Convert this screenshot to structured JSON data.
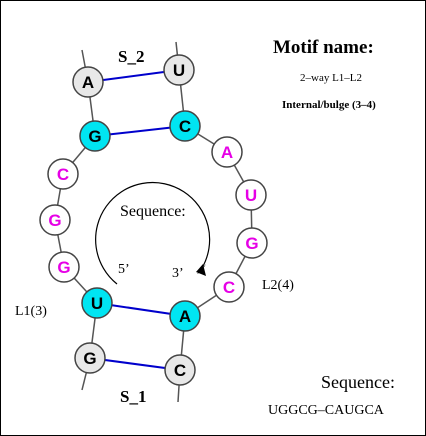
{
  "motif": {
    "title": "Motif name:",
    "type": "2–way L1–L2",
    "subtype": "Internal/bulge (3–4)"
  },
  "stems": {
    "top": "S_2",
    "bottom": "S_1"
  },
  "center": {
    "label": "Sequence:",
    "five_prime": "5’",
    "three_prime": "3’"
  },
  "loops": {
    "left": "L1(3)",
    "right": "L2(4)"
  },
  "sequence": {
    "label": "Sequence:",
    "value": "UGGCG–CAUGCA"
  },
  "colors": {
    "cyan_fill": "#00e5f2",
    "gray_fill": "#e8e8e8",
    "white_fill": "#ffffff",
    "magenta_text": "#e600e6",
    "black_text": "#000000",
    "pair_line": "#0000cc",
    "backbone": "#555555"
  },
  "nucleotides": [
    {
      "id": "n1",
      "letter": "G",
      "fill": "gray",
      "text": "black"
    },
    {
      "id": "n2",
      "letter": "U",
      "fill": "cyan",
      "text": "black"
    },
    {
      "id": "n3",
      "letter": "G",
      "fill": "white",
      "text": "magenta"
    },
    {
      "id": "n4",
      "letter": "G",
      "fill": "white",
      "text": "magenta"
    },
    {
      "id": "n5",
      "letter": "C",
      "fill": "white",
      "text": "magenta"
    },
    {
      "id": "n6",
      "letter": "G",
      "fill": "cyan",
      "text": "black"
    },
    {
      "id": "n7",
      "letter": "A",
      "fill": "gray",
      "text": "black"
    },
    {
      "id": "n8",
      "letter": "U",
      "fill": "gray",
      "text": "black"
    },
    {
      "id": "n9",
      "letter": "C",
      "fill": "cyan",
      "text": "black"
    },
    {
      "id": "n10",
      "letter": "A",
      "fill": "white",
      "text": "magenta"
    },
    {
      "id": "n11",
      "letter": "U",
      "fill": "white",
      "text": "magenta"
    },
    {
      "id": "n12",
      "letter": "G",
      "fill": "white",
      "text": "magenta"
    },
    {
      "id": "n13",
      "letter": "C",
      "fill": "white",
      "text": "magenta"
    },
    {
      "id": "n14",
      "letter": "A",
      "fill": "cyan",
      "text": "black"
    },
    {
      "id": "n15",
      "letter": "C",
      "fill": "gray",
      "text": "black"
    }
  ],
  "pairs": [
    [
      "n1",
      "n15"
    ],
    [
      "n2",
      "n14"
    ],
    [
      "n6",
      "n9"
    ],
    [
      "n7",
      "n8"
    ]
  ]
}
